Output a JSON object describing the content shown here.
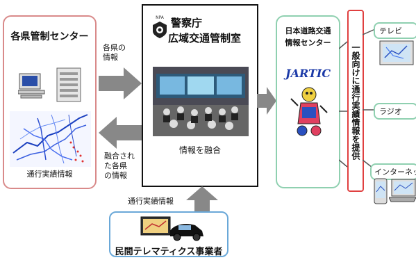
{
  "prefecture_center": {
    "title": "各県管制センター",
    "map_caption": "通行実績情報"
  },
  "arrow_to_npa_label": "各県の\n情報",
  "arrow_from_npa_label": "融合され\nた各県\nの情報",
  "npa": {
    "logo_text": "NPA",
    "title_line1": "警察庁",
    "title_line2": "広域交通管制室",
    "caption": "情報を融合"
  },
  "jartic": {
    "title_line1": "日本道路交通",
    "title_line2": "情報センター",
    "logo_text": "JARTIC"
  },
  "distribution_label": "一般向けに通行実績情報を提供",
  "outputs": [
    {
      "label": "テレビ"
    },
    {
      "label": "ラジオ"
    },
    {
      "label": "インターネット"
    }
  ],
  "telematics": {
    "input_label": "通行実績情報",
    "name": "民間テレマティクス事業者"
  },
  "colors": {
    "arrow": "#888888",
    "pref_border": "#d98a8a",
    "jartic_border": "#8fd0b0",
    "telematics_border": "#6aa8d8",
    "distribution_border": "#e04040"
  }
}
